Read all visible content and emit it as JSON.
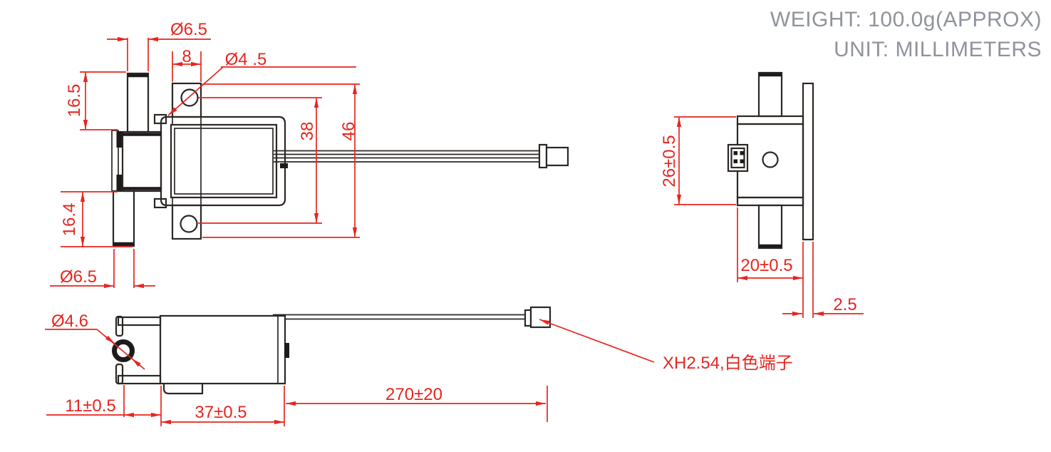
{
  "title_block": {
    "weight": "WEIGHT: 100.0g(APPROX)",
    "unit": "UNIT: MILLIMETERS"
  },
  "colors": {
    "dimension_red": "#e7251f",
    "outline_black": "#2b2725",
    "note_gray": "#8f939a",
    "background": "#ffffff"
  },
  "front_view": {
    "dia_top_port": "Ø6.5",
    "bracket_tab_width": "8",
    "mount_hole_dia": "Ø4 .5",
    "port_top_height": "16.5",
    "hole_spacing": "38",
    "bracket_height": "46",
    "port_bottom_height": "16.4",
    "dia_bottom_port": "Ø6.5"
  },
  "side_view": {
    "body_height": "26±0.5",
    "mount_depth": "20±0.5",
    "plate_thickness": "2.5"
  },
  "bottom_view": {
    "plunger_hole_dia": "Ø4.6",
    "hole_offset": "11±0.5",
    "body_length": "37±0.5",
    "lead_length": "270±20",
    "connector_note": "XH2.54,白色端子"
  }
}
